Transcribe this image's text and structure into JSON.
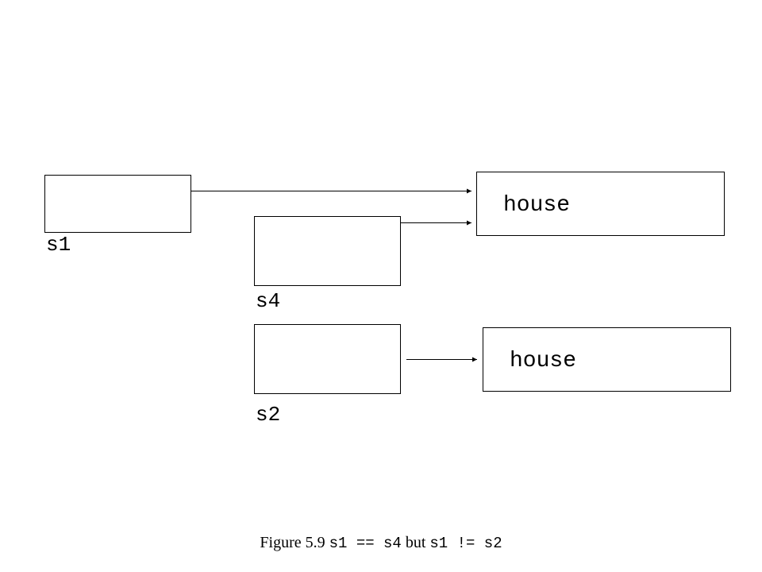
{
  "diagram": {
    "variables": {
      "s1": "s1",
      "s4": "s4",
      "s2": "s2"
    },
    "objects": {
      "object_1": "house",
      "object_2": "house"
    },
    "arrows": [
      {
        "from": "s1",
        "to": "object_1"
      },
      {
        "from": "s4",
        "to": "object_1"
      },
      {
        "from": "s2",
        "to": "object_2"
      }
    ]
  },
  "caption": {
    "figure_label": "Figure 5.9",
    "expr_true": "s1 == s4",
    "connector": "but",
    "expr_false": "s1 != s2"
  },
  "colors": {
    "stroke": "#000000",
    "background": "#ffffff"
  }
}
